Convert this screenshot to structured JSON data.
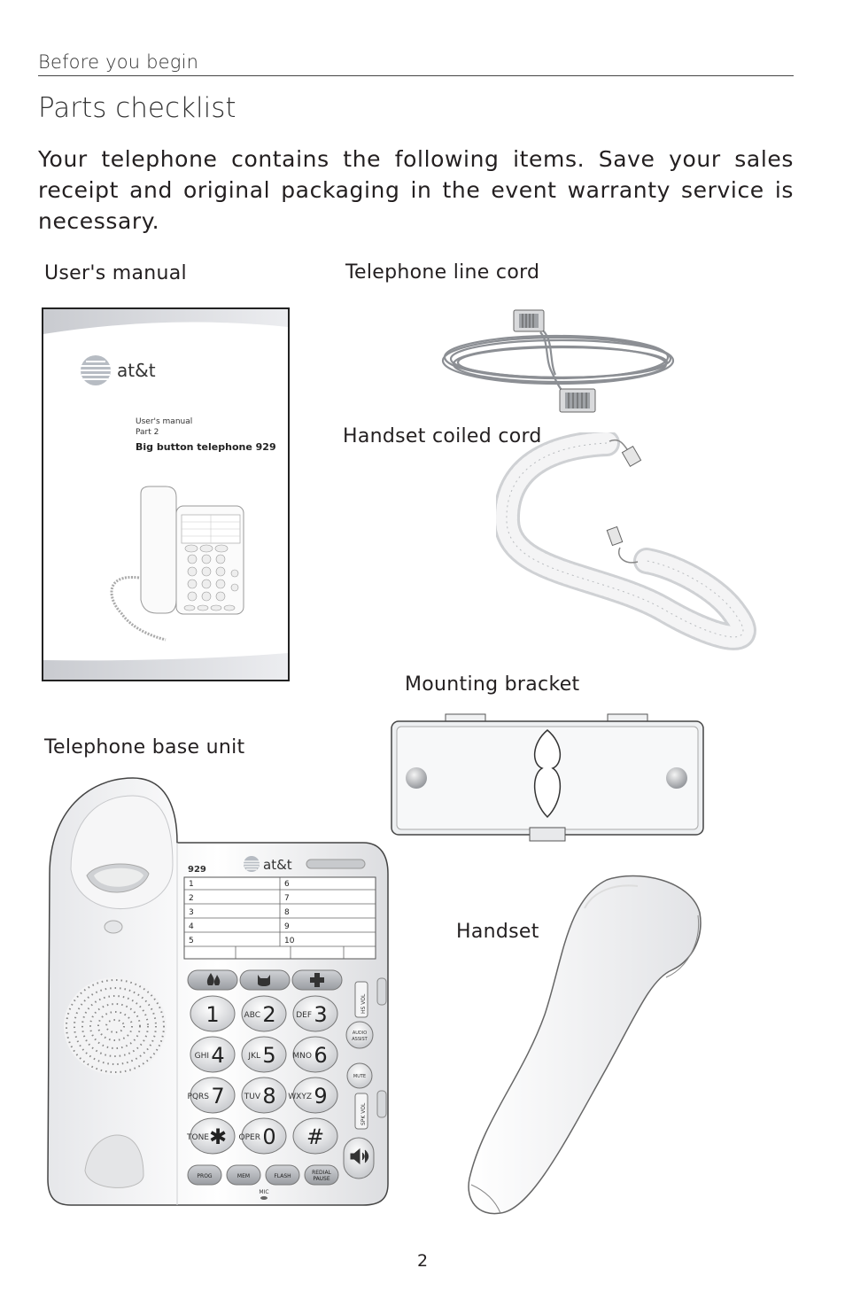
{
  "header": {
    "section": "Before you begin"
  },
  "title": "Parts checklist",
  "intro": "Your telephone contains the following items. Save your sales receipt and original packaging in the event warranty service is necessary.",
  "items": {
    "manual": "User's manual",
    "line_cord": "Telephone line cord",
    "coiled_cord": "Handset coiled cord",
    "bracket": "Mounting bracket",
    "base_unit": "Telephone base unit",
    "handset": "Handset"
  },
  "manual_cover": {
    "brand": "at&t",
    "subtitle_1": "User's manual",
    "subtitle_2": "Part 2",
    "product": "Big button telephone 929"
  },
  "base": {
    "brand": "at&t",
    "model": "929",
    "memory_left": [
      "1",
      "2",
      "3",
      "4",
      "5"
    ],
    "memory_right": [
      "6",
      "7",
      "8",
      "9",
      "10"
    ],
    "keys": [
      {
        "letters": "",
        "digit": "1"
      },
      {
        "letters": "ABC",
        "digit": "2"
      },
      {
        "letters": "DEF",
        "digit": "3"
      },
      {
        "letters": "GHI",
        "digit": "4"
      },
      {
        "letters": "JKL",
        "digit": "5"
      },
      {
        "letters": "MNO",
        "digit": "6"
      },
      {
        "letters": "PQRS",
        "digit": "7"
      },
      {
        "letters": "TUV",
        "digit": "8"
      },
      {
        "letters": "WXYZ",
        "digit": "9"
      },
      {
        "letters": "TONE",
        "digit": "✱"
      },
      {
        "letters": "OPER",
        "digit": "0"
      },
      {
        "letters": "",
        "digit": "#"
      }
    ],
    "func_buttons": [
      "PROG",
      "MEM",
      "FLASH",
      "REDIAL"
    ],
    "redial_sub": "PAUSE",
    "side_hs_vol": "HS VOL",
    "side_audio_1": "AUDIO",
    "side_audio_2": "ASSIST",
    "side_mute": "MUTE",
    "side_spk_vol": "SPK VOL",
    "mic": "MIC"
  },
  "page_number": "2"
}
